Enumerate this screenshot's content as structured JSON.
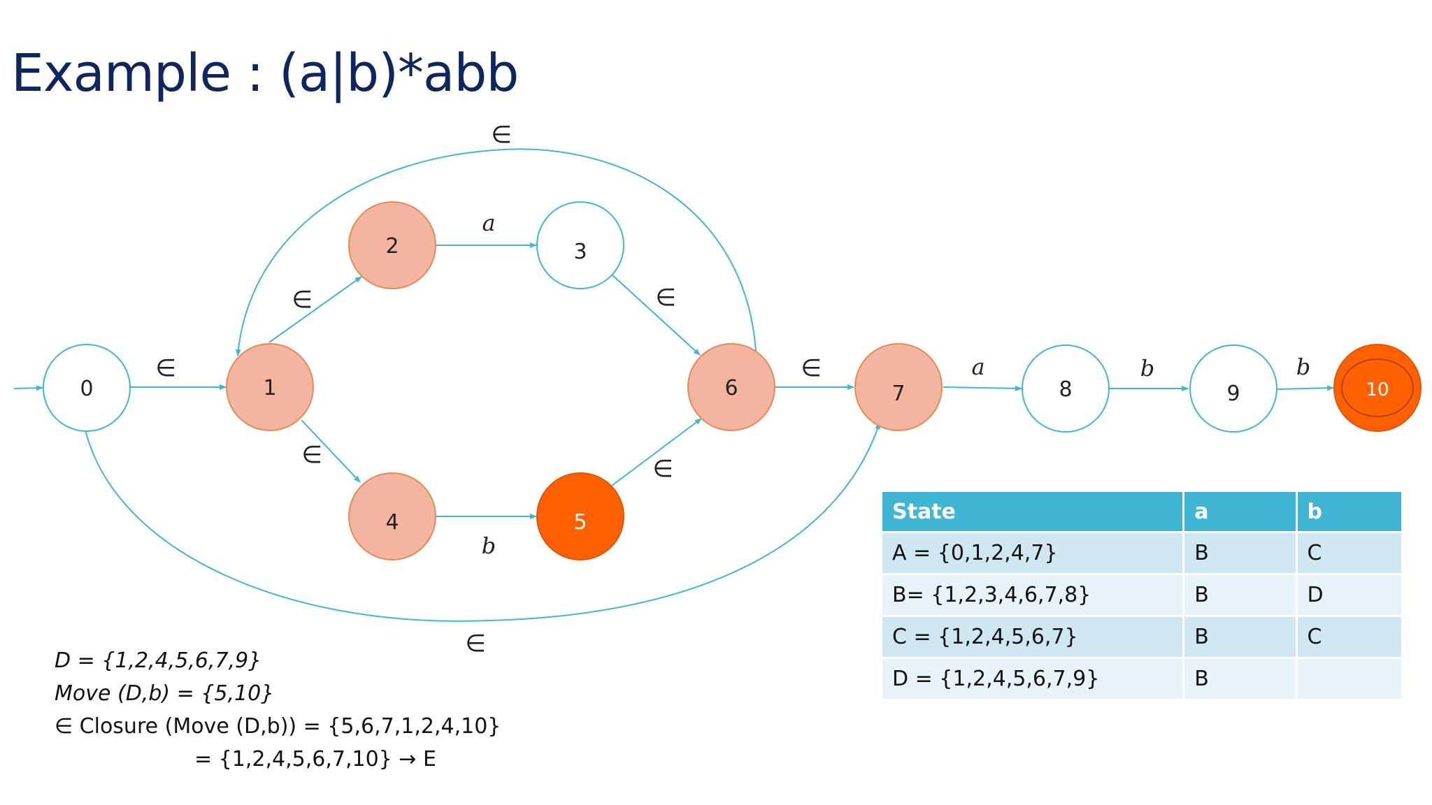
{
  "title": "Example : (a|b)*abb",
  "colors": {
    "edge": "#41b6d4",
    "state_outline": "#41b6d4",
    "closure_state_fill": "#f3b5a0",
    "closure_state_outline": "#e68a55",
    "move_state_fill": "#ff6102",
    "title": "#0f2560",
    "table_header": "#41b6d4"
  },
  "nfa": {
    "states": [
      {
        "id": "0",
        "label": "0",
        "style": "plain"
      },
      {
        "id": "1",
        "label": "1",
        "style": "closure"
      },
      {
        "id": "2",
        "label": "2",
        "style": "closure"
      },
      {
        "id": "3",
        "label": "3",
        "style": "plain"
      },
      {
        "id": "4",
        "label": "4",
        "style": "closure"
      },
      {
        "id": "5",
        "label": "5",
        "style": "move"
      },
      {
        "id": "6",
        "label": "6",
        "style": "closure"
      },
      {
        "id": "7",
        "label": "7",
        "style": "closure"
      },
      {
        "id": "8",
        "label": "8",
        "style": "plain"
      },
      {
        "id": "9",
        "label": "9",
        "style": "plain"
      },
      {
        "id": "10",
        "label": "10",
        "style": "move-accepting"
      }
    ],
    "transitions": [
      {
        "from": "start",
        "to": "0",
        "label": ""
      },
      {
        "from": "0",
        "to": "1",
        "label": "∈"
      },
      {
        "from": "1",
        "to": "2",
        "label": "∈"
      },
      {
        "from": "1",
        "to": "4",
        "label": "∈"
      },
      {
        "from": "2",
        "to": "3",
        "label": "a"
      },
      {
        "from": "4",
        "to": "5",
        "label": "b"
      },
      {
        "from": "3",
        "to": "6",
        "label": "∈"
      },
      {
        "from": "5",
        "to": "6",
        "label": "∈"
      },
      {
        "from": "6",
        "to": "1",
        "label": "∈"
      },
      {
        "from": "6",
        "to": "7",
        "label": "∈"
      },
      {
        "from": "0",
        "to": "7",
        "label": "∈"
      },
      {
        "from": "7",
        "to": "8",
        "label": "a"
      },
      {
        "from": "8",
        "to": "9",
        "label": "b"
      },
      {
        "from": "9",
        "to": "10",
        "label": "b"
      }
    ]
  },
  "notes": {
    "line1": "D = {1,2,4,5,6,7,9}",
    "line2": "Move (D,b) = {5,10}",
    "line3": "∈ Closure (Move (D,b)) = {5,6,7,1,2,4,10}",
    "line4": "= {1,2,4,5,6,7,10} → E"
  },
  "table": {
    "headers": [
      "State",
      "a",
      "b"
    ],
    "rows": [
      [
        "A = {0,1,2,4,7}",
        "B",
        "C"
      ],
      [
        "B= {1,2,3,4,6,7,8}",
        "B",
        "D"
      ],
      [
        "C = {1,2,4,5,6,7}",
        "B",
        "C"
      ],
      [
        "D = {1,2,4,5,6,7,9}",
        "B",
        ""
      ]
    ]
  }
}
